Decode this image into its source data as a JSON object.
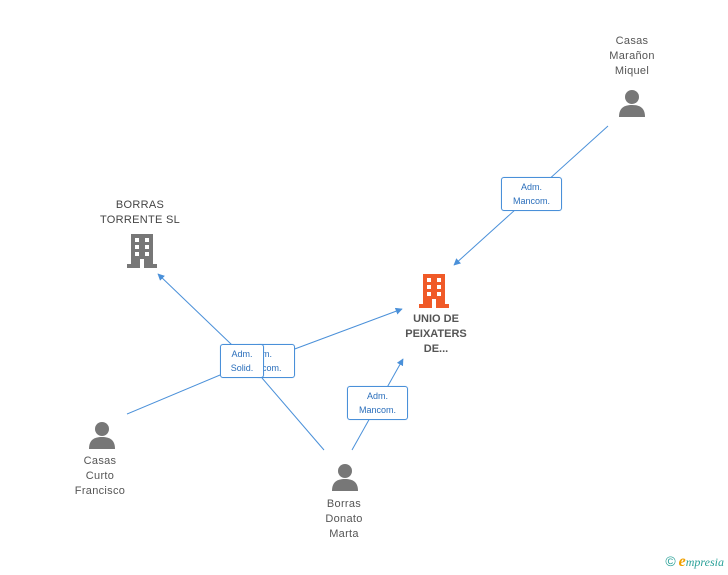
{
  "nodes": {
    "casas_maranon": {
      "label": "Casas\nMarañon\nMiquel",
      "type": "person"
    },
    "borras_torrente": {
      "label": "BORRAS\nTORRENTE SL",
      "type": "company"
    },
    "unio_peixaters": {
      "label": "UNIO DE\nPEIXATERS\nDE...",
      "type": "main-company"
    },
    "casas_curto": {
      "label": "Casas\nCurto\nFrancisco",
      "type": "person"
    },
    "borras_donato": {
      "label": "Borras\nDonato\nMarta",
      "type": "person"
    }
  },
  "edges": {
    "maranon_to_unio": {
      "label": "Adm.\nMancom."
    },
    "back_box": {
      "label": "m.\ncom."
    },
    "front_box": {
      "label": "Adm.\nSolid."
    },
    "donato_to_unio": {
      "label": "Adm.\nMancom."
    }
  },
  "colors": {
    "edge": "#4a90d9",
    "person_icon": "#777777",
    "company_icon": "#777777",
    "main_icon": "#f05a28"
  },
  "footer": {
    "copyright": "©",
    "brand_initial": "e",
    "brand_rest": "mpresia"
  }
}
